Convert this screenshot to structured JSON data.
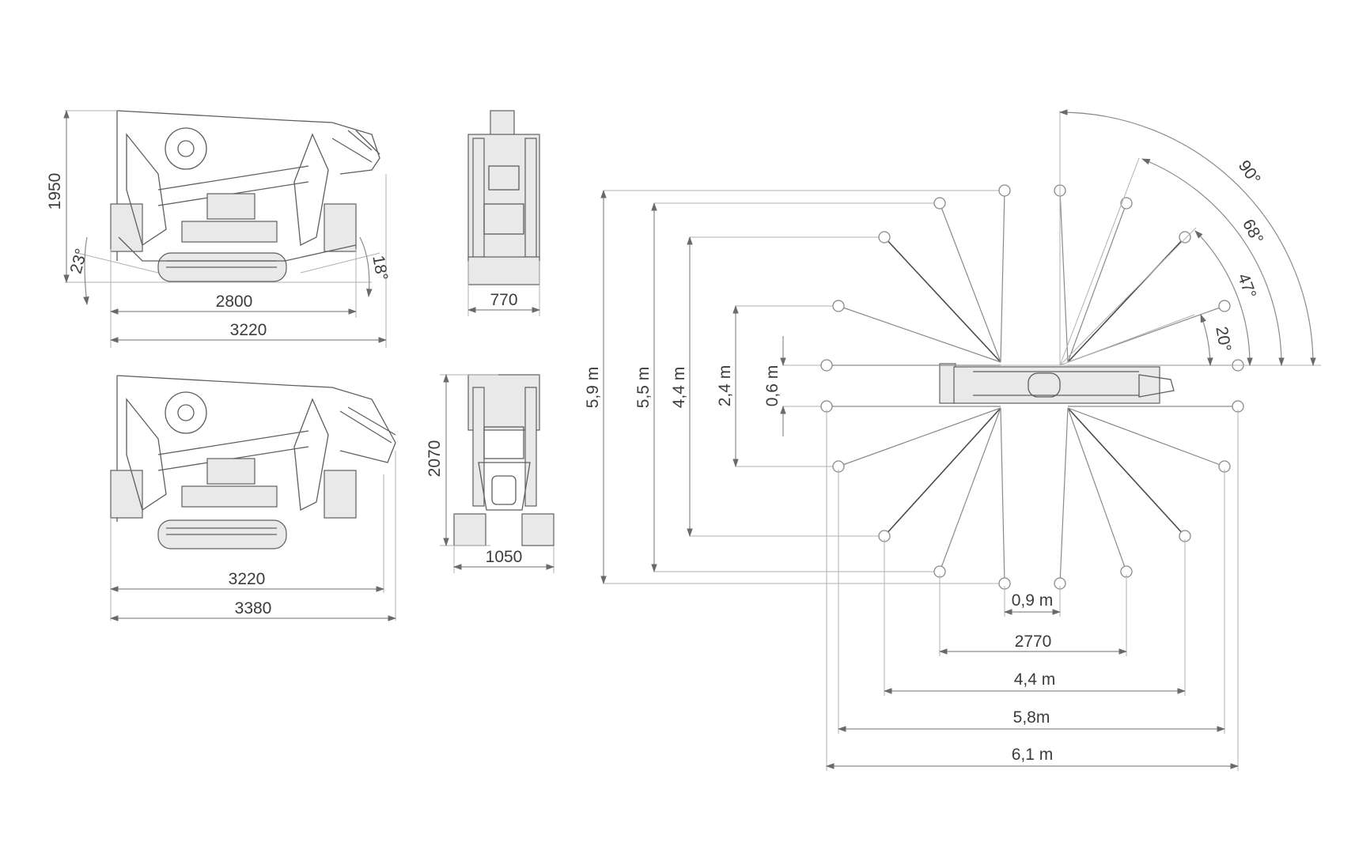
{
  "side_views": {
    "top": {
      "height": "1950",
      "angle_front": "23°",
      "angle_rear": "18°",
      "track_length": "2800",
      "overall_length": "3220"
    },
    "bottom": {
      "length_a": "3220",
      "length_b": "3380"
    }
  },
  "end_views": {
    "top": {
      "width": "770"
    },
    "bottom": {
      "height": "2070",
      "width": "1050"
    }
  },
  "plan_view": {
    "vertical_spans": [
      "5,9 m",
      "5,5 m",
      "4,4 m",
      "2,4 m",
      "0,6 m"
    ],
    "horizontal_spans": [
      "0,9 m",
      "2770",
      "4,4 m",
      "5,8m",
      "6,1 m"
    ],
    "angles": [
      "90°",
      "68°",
      "47°",
      "20°"
    ]
  }
}
